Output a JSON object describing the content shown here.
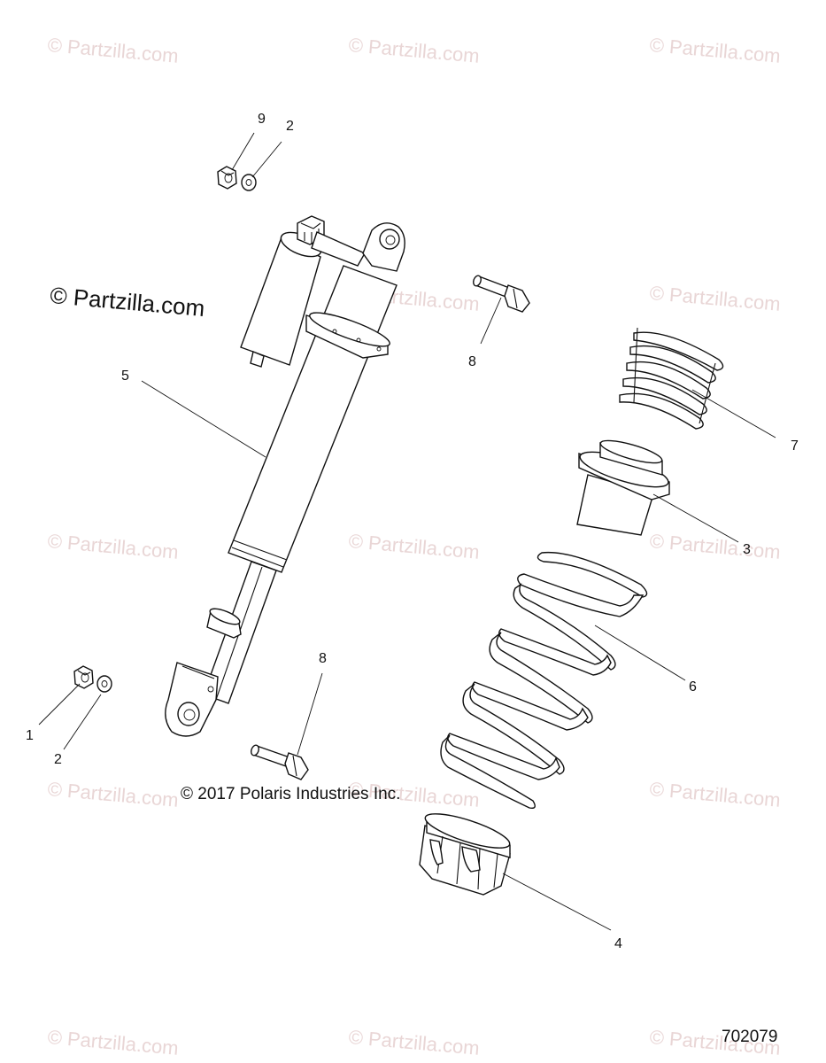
{
  "watermark": "© Partzilla.com",
  "copyright": "© 2017 Polaris Industries Inc.",
  "document_number": "702079",
  "callouts": {
    "c9": "9",
    "c2_top": "2",
    "c8_top": "8",
    "c5": "5",
    "c7": "7",
    "c3": "3",
    "c6": "6",
    "c8_mid": "8",
    "c1": "1",
    "c2_bottom": "2",
    "c4": "4"
  }
}
